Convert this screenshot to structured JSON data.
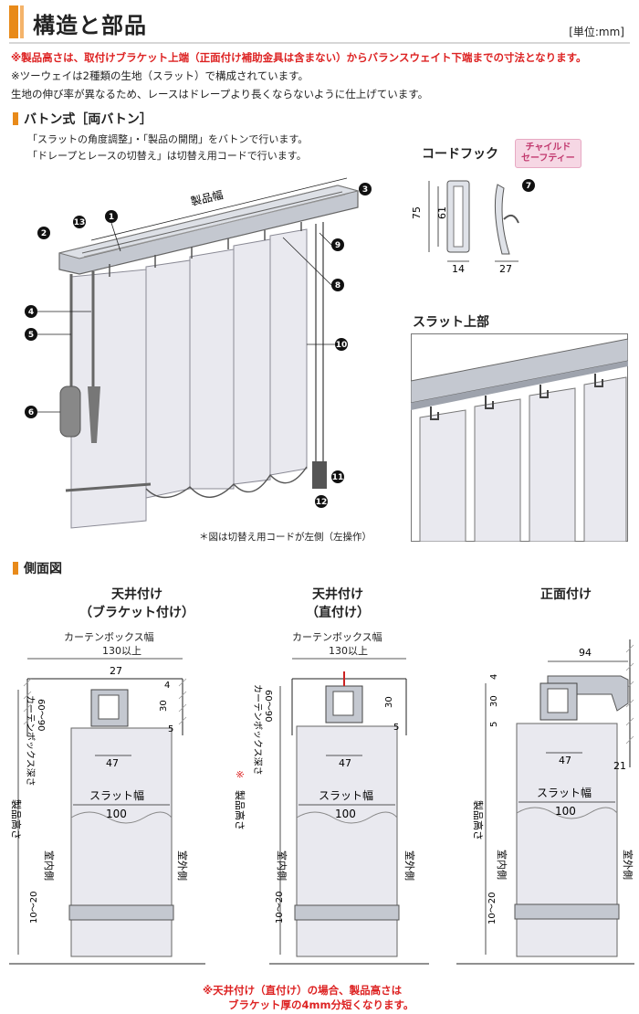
{
  "header": {
    "title": "構造と部品",
    "unit": "[単位:mm]"
  },
  "notes": {
    "red": "※製品高さは、取付けブラケット上端（正面付け補助金具は含まない）からバランスウェイト下端までの寸法となります。",
    "line2": "※ツーウェイは2種類の生地（スラット）で構成されています。",
    "line3": "生地の伸び率が異なるため、レースはドレープより長くならないように仕上げています。"
  },
  "baton_section": {
    "heading": "バトン式［両バトン］",
    "desc1": "「スラットの角度調整」・「製品の開閉」をバトンで行います。",
    "desc2": "「ドレープとレースの切替え」は切替え用コードで行います。",
    "width_label": "製品幅",
    "caption": "＊図は切替え用コードが左側（左操作）",
    "callouts": [
      "1",
      "2",
      "3",
      "4",
      "5",
      "6",
      "7",
      "8",
      "9",
      "10",
      "11",
      "12",
      "13"
    ]
  },
  "cord_hook": {
    "label": "コードフック",
    "badge_line1": "チャイルド",
    "badge_line2": "セーフティー",
    "callout": "7",
    "dims": {
      "h1": "75",
      "h2": "61",
      "w1": "14",
      "w2": "27"
    }
  },
  "slat_top": {
    "label": "スラット上部"
  },
  "side_view": {
    "heading": "側面図",
    "panels": [
      {
        "title1": "天井付け",
        "title2": "（ブラケット付け）",
        "box_label": "カーテンボックス幅",
        "box_min": "130以上",
        "depth_label": "カーテンボックス深さ",
        "depth_range": "60〜90",
        "dim_27": "27",
        "dim_4": "4",
        "dim_30": "30",
        "dim_5": "5",
        "dim_47": "47",
        "slat_label": "スラット幅",
        "slat_width": "100",
        "height_label": "製品高さ",
        "indoor": "室内側",
        "outdoor": "室外側",
        "gap": "10〜20"
      },
      {
        "title1": "天井付け",
        "title2": "（直付け）",
        "box_label": "カーテンボックス幅",
        "box_min": "130以上",
        "depth_label": "カーテンボックス深さ",
        "depth_range": "60〜90",
        "dim_30": "30",
        "dim_5": "5",
        "dim_47": "47",
        "slat_label": "スラット幅",
        "slat_width": "100",
        "height_label": "製品高さ",
        "height_mark": "※",
        "indoor": "室内側",
        "outdoor": "室外側",
        "gap": "10〜20"
      },
      {
        "title1": "正面付け",
        "dim_94": "94",
        "dim_4": "4",
        "dim_30": "30",
        "dim_5": "5",
        "dim_21": "21",
        "dim_47": "47",
        "slat_label": "スラット幅",
        "slat_width": "100",
        "height_label": "製品高さ",
        "indoor": "室内側",
        "outdoor": "室外側",
        "gap": "10〜20"
      }
    ],
    "footnote1": "※天井付け（直付け）の場合、製品高さは",
    "footnote2": "ブラケット厚の4mm分短くなります。"
  },
  "colors": {
    "accent": "#e88a1a",
    "red": "#dd2222",
    "slat": "#e9e9ef",
    "rail": "#bcc0c8"
  }
}
